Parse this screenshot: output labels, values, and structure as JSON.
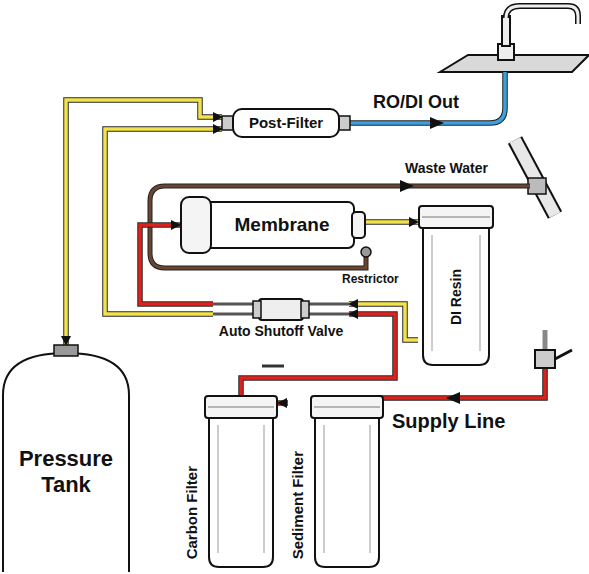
{
  "diagram": {
    "nodes": [
      {
        "text": [
          "Post-Filter"
        ]
      },
      {
        "text": [
          "Membrane"
        ]
      },
      {
        "text": [
          "DI Resin"
        ]
      },
      {
        "text": [
          "Auto Shutoff Valve"
        ]
      },
      {
        "text": [
          "Carbon Filter"
        ]
      },
      {
        "text": [
          "Sediment Filter"
        ]
      },
      {
        "text": [
          "Pressure Tank"
        ]
      }
    ],
    "edges": [
      {
        "from": 5,
        "to": 4,
        "arrow": "to"
      },
      {
        "from": 4,
        "to": 3,
        "arrow": "to"
      },
      {
        "from": 3,
        "to": 1,
        "arrow": "to"
      },
      {
        "from": 1,
        "to": 2,
        "arrow": "to"
      },
      {
        "from": 2,
        "to": 3,
        "arrow": "to"
      },
      {
        "from": 3,
        "to": 0,
        "arrow": "to"
      },
      {
        "from": 6,
        "to": 0,
        "arrow": "both"
      }
    ],
    "labels": [
      "RO/DI Out",
      "Waste Water",
      "Restrictor",
      "Supply Line"
    ]
  }
}
